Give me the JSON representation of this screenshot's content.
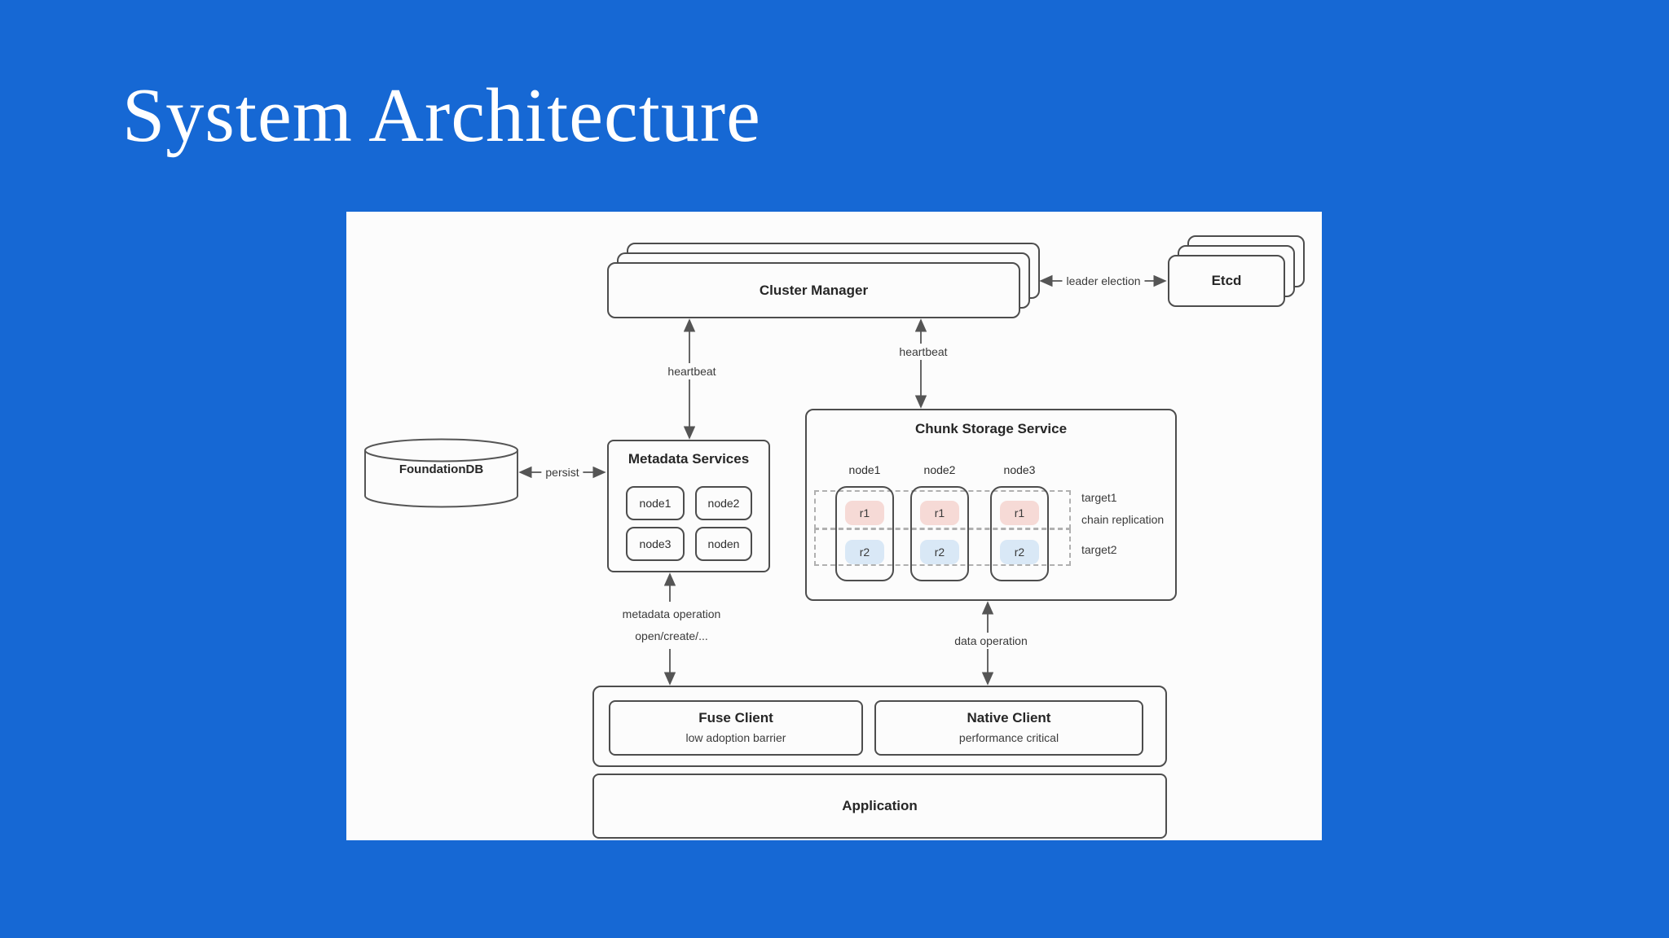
{
  "slide": {
    "title": "System Architecture"
  },
  "colors": {
    "background": "#1668d4",
    "panel": "#fcfcfc",
    "line": "#555555",
    "replica_r1_fill": "#f6dad6",
    "replica_r2_fill": "#d9e8f6"
  },
  "diagram": {
    "cluster_manager": {
      "label": "Cluster Manager"
    },
    "etcd": {
      "label": "Etcd"
    },
    "edges": {
      "leader_election": "leader election",
      "heartbeat_left": "heartbeat",
      "heartbeat_right": "heartbeat",
      "persist": "persist",
      "metadata_operation_line1": "metadata operation",
      "metadata_operation_line2": "open/create/...",
      "data_operation": "data operation"
    },
    "metadata_services": {
      "title": "Metadata Services",
      "nodes": [
        "node1",
        "node2",
        "node3",
        "noden"
      ]
    },
    "foundationdb": {
      "label": "FoundationDB"
    },
    "chunk_storage": {
      "title": "Chunk Storage Service",
      "node_labels": [
        "node1",
        "node2",
        "node3"
      ],
      "replicas_row1": [
        "r1",
        "r1",
        "r1"
      ],
      "replicas_row2": [
        "r2",
        "r2",
        "r2"
      ],
      "target1": "target1",
      "chain_replication": "chain replication",
      "target2": "target2"
    },
    "fuse_client": {
      "title": "Fuse Client",
      "subtitle": "low adoption barrier"
    },
    "native_client": {
      "title": "Native Client",
      "subtitle": "performance critical"
    },
    "application": {
      "label": "Application"
    }
  }
}
